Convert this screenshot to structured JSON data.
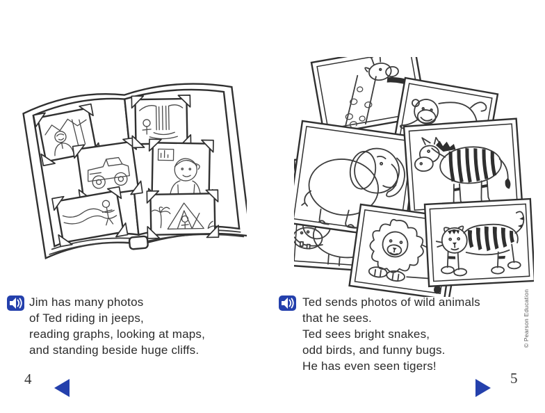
{
  "colors": {
    "accent": "#2440ac",
    "ink": "#2b2b2b",
    "line_art": "#3d3d3d"
  },
  "left_page": {
    "page_number": "4",
    "caption": {
      "lines": [
        "Jim has many photos",
        "of Ted riding in jeeps,",
        "reading graphs, looking at maps,",
        "and standing beside huge cliffs."
      ]
    },
    "audio_button": {
      "icon": "speaker-icon"
    },
    "illustration": "open photo album with six mounted snapshots (man by cliffs, jeep, map, waterfall, boy with graphs, tent)"
  },
  "right_page": {
    "page_number": "5",
    "caption": {
      "lines": [
        "Ted sends photos of wild animals",
        "that he sees.",
        "Ted sees bright snakes,",
        "odd birds, and funny bugs.",
        "He has even seen tigers!"
      ]
    },
    "audio_button": {
      "icon": "speaker-icon"
    },
    "illustration": "scattered pile of photos of wild animals: giraffe, monkey, zebra, elephant, hippo, snake, lion, tiger"
  },
  "navigation": {
    "previous": "previous page",
    "next": "next page"
  },
  "credit": "© Pearson Education"
}
